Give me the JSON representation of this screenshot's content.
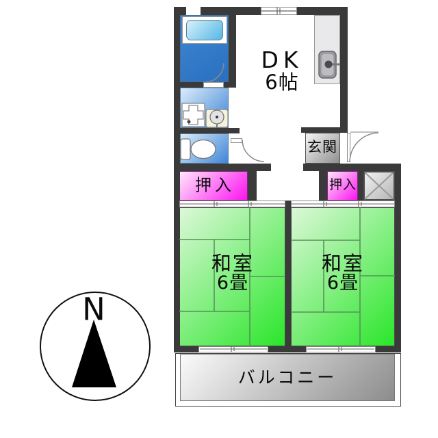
{
  "rooms": {
    "dk": {
      "name_line": "DK",
      "size_line": "6帖"
    },
    "entrance": {
      "label": "玄関"
    },
    "closet_left": {
      "label": "押入"
    },
    "closet_right": {
      "label": "押入"
    },
    "japanese_room_left": {
      "name_line": "和室",
      "size_line": "6畳"
    },
    "japanese_room_right": {
      "name_line": "和室",
      "size_line": "6畳"
    },
    "balcony": {
      "label": "バルコニー"
    }
  },
  "compass": {
    "north_label": "N"
  },
  "colors": {
    "wall": "#3a3a3a",
    "tatami_light": "#dcf8d8",
    "tatami_green": "#2ae62a",
    "closet_light": "#ffe6fb",
    "closet_magenta": "#fb14ef",
    "water_blue_light": "#dcecfb",
    "water_blue": "#3f85d6",
    "bath_floor_light": "#3e89d3",
    "bath_floor_dark": "#2a6fc0",
    "tub_light": "#d9f1fa",
    "tub_blue": "#54b7e6",
    "entrance_gray_light": "#f6f6f6",
    "entrance_gray": "#8f8f8f",
    "shaft_light": "#f2f2f2",
    "shaft_dark": "#b5b5b5",
    "balcony_gray_light": "#fbfbfb",
    "balcony_gray": "#8c8c8c"
  }
}
